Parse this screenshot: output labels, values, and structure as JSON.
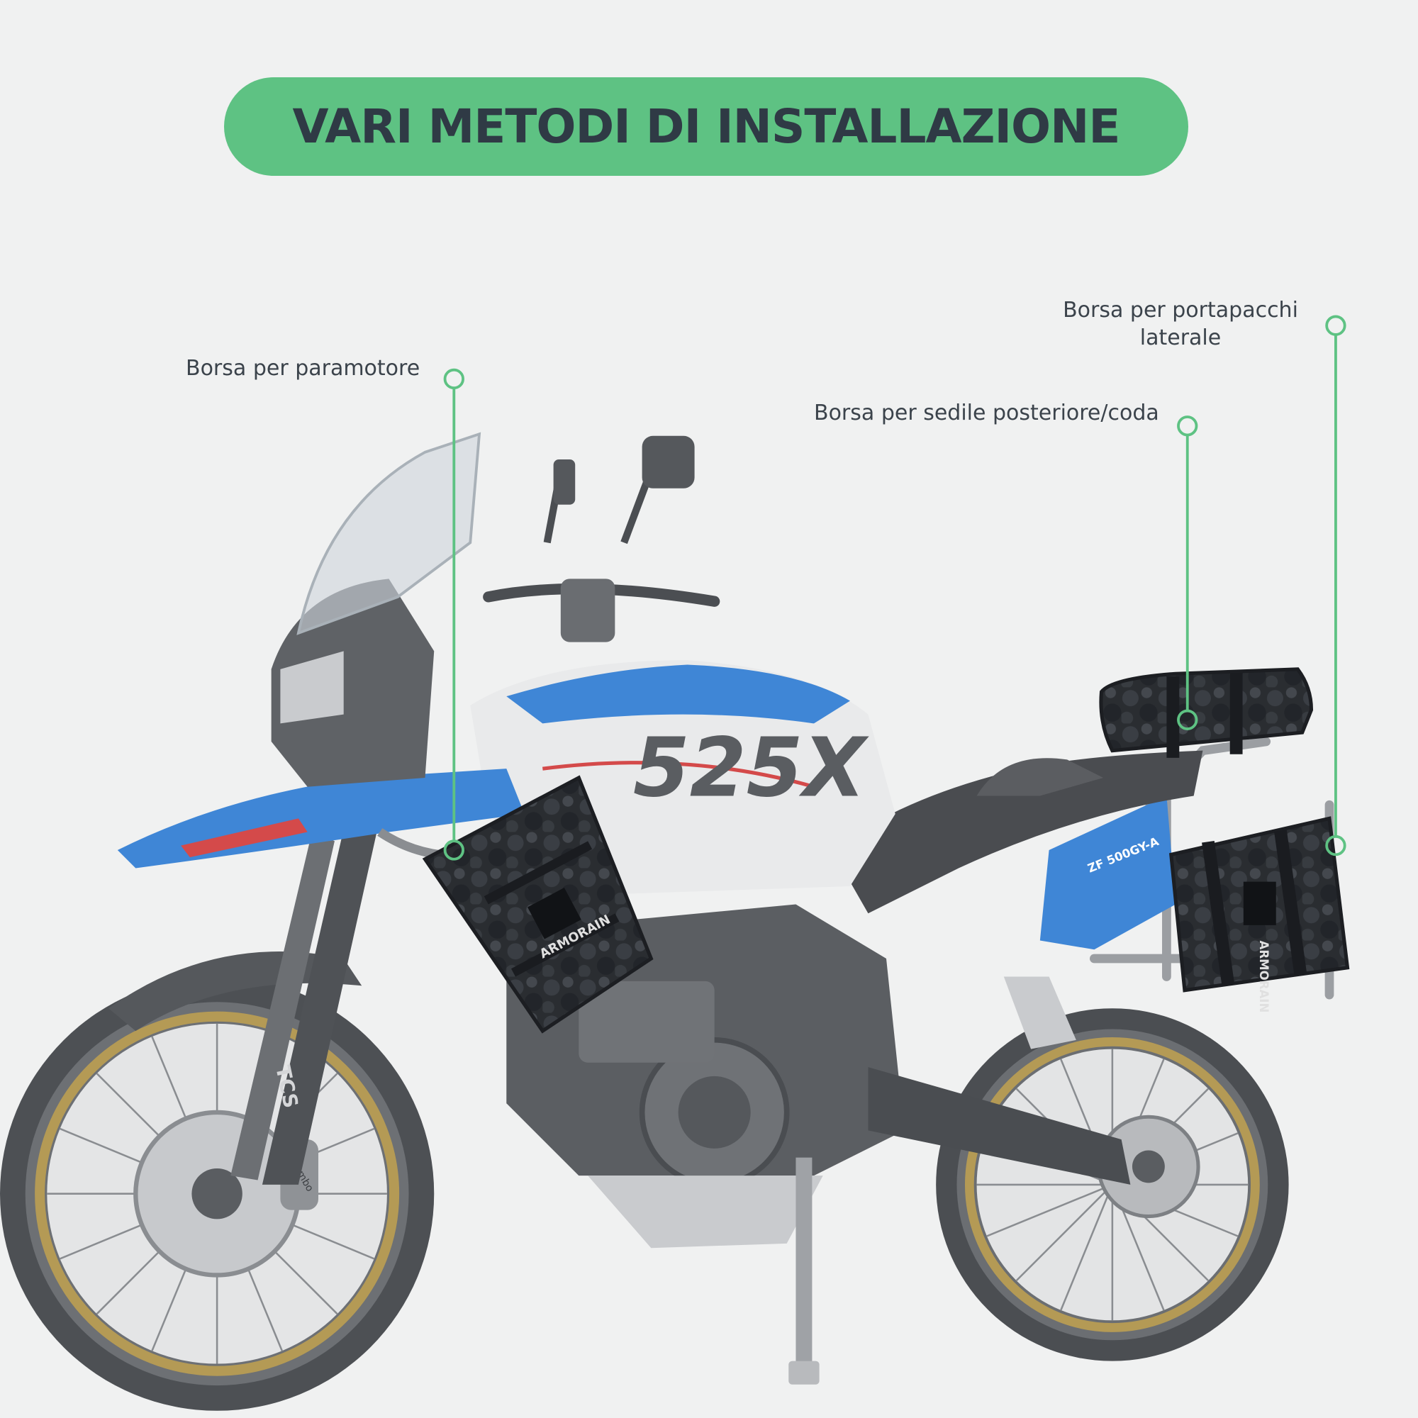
{
  "header": {
    "title": "VARI METODI DI INSTALLAZIONE"
  },
  "callouts": {
    "engine_guard_bag": "Borsa per paramotore",
    "rear_seat_bag": "Borsa per sedile posteriore/coda",
    "side_rack_bag_line1": "Borsa per portapacchi",
    "side_rack_bag_line2": "laterale"
  },
  "bike_markings": {
    "bag_brand": "ARMORAIN",
    "tank_logo": "525X",
    "model_badge": "ZF 500GY-A",
    "fork_label": "TCS",
    "caliper_label": "brembo"
  },
  "colors": {
    "background": "#f0f1f1",
    "accent_green": "#5ec283",
    "title_text": "#2f3a45",
    "label_text": "#3b434b",
    "bike_blue": "#3f86d6",
    "bag_dark": "#2a2d31"
  }
}
